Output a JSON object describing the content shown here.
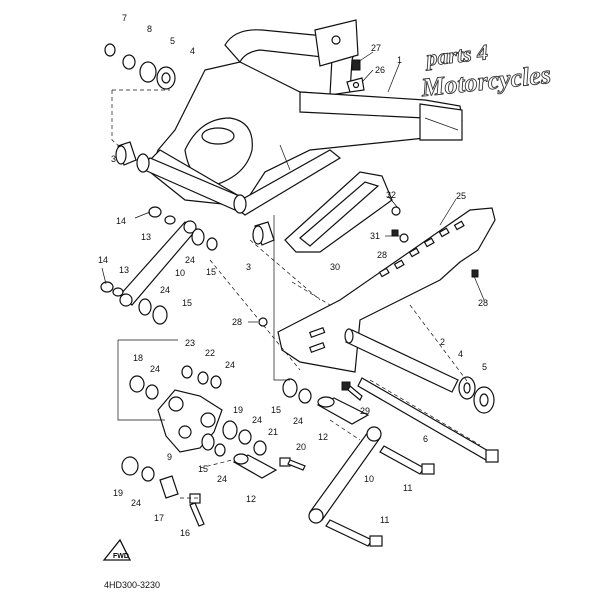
{
  "diagram_code": "4HD300-3230",
  "watermark": {
    "line1": "parts 4",
    "line2": "Motorcycles"
  },
  "front_marker": "FWD",
  "callouts": [
    {
      "id": "c7a",
      "text": "7"
    },
    {
      "id": "c8a",
      "text": "8"
    },
    {
      "id": "c5a",
      "text": "5"
    },
    {
      "id": "c4a",
      "text": "4"
    },
    {
      "id": "c27",
      "text": "27"
    },
    {
      "id": "c26",
      "text": "26"
    },
    {
      "id": "c1",
      "text": "1"
    },
    {
      "id": "c3a",
      "text": "3"
    },
    {
      "id": "c3b",
      "text": "3"
    },
    {
      "id": "c32",
      "text": "32"
    },
    {
      "id": "c25",
      "text": "25"
    },
    {
      "id": "c31",
      "text": "31"
    },
    {
      "id": "c28a",
      "text": "28"
    },
    {
      "id": "c28b",
      "text": "28"
    },
    {
      "id": "c28c",
      "text": "28"
    },
    {
      "id": "c30",
      "text": "30"
    },
    {
      "id": "c14a",
      "text": "14"
    },
    {
      "id": "c13a",
      "text": "13"
    },
    {
      "id": "c24a",
      "text": "24"
    },
    {
      "id": "c15a",
      "text": "15"
    },
    {
      "id": "c14b",
      "text": "14"
    },
    {
      "id": "c13b",
      "text": "13"
    },
    {
      "id": "c10a",
      "text": "10"
    },
    {
      "id": "c24b",
      "text": "24"
    },
    {
      "id": "c15b",
      "text": "15"
    },
    {
      "id": "c18",
      "text": "18"
    },
    {
      "id": "c23",
      "text": "23"
    },
    {
      "id": "c22",
      "text": "22"
    },
    {
      "id": "c24c",
      "text": "24"
    },
    {
      "id": "c24d",
      "text": "24"
    },
    {
      "id": "c2",
      "text": "2"
    },
    {
      "id": "c4b",
      "text": "4"
    },
    {
      "id": "c5b",
      "text": "5"
    },
    {
      "id": "c15c",
      "text": "15"
    },
    {
      "id": "c24e",
      "text": "24"
    },
    {
      "id": "c29",
      "text": "29"
    },
    {
      "id": "c19a",
      "text": "19"
    },
    {
      "id": "c24f",
      "text": "24"
    },
    {
      "id": "c21",
      "text": "21"
    },
    {
      "id": "c12a",
      "text": "12"
    },
    {
      "id": "c9",
      "text": "9"
    },
    {
      "id": "c15d",
      "text": "15"
    },
    {
      "id": "c24g",
      "text": "24"
    },
    {
      "id": "c20",
      "text": "20"
    },
    {
      "id": "c6",
      "text": "6"
    },
    {
      "id": "c10b",
      "text": "10"
    },
    {
      "id": "c11a",
      "text": "11"
    },
    {
      "id": "c19b",
      "text": "19"
    },
    {
      "id": "c24h",
      "text": "24"
    },
    {
      "id": "c12b",
      "text": "12"
    },
    {
      "id": "c17",
      "text": "17"
    },
    {
      "id": "c16",
      "text": "16"
    },
    {
      "id": "c11b",
      "text": "11"
    }
  ]
}
